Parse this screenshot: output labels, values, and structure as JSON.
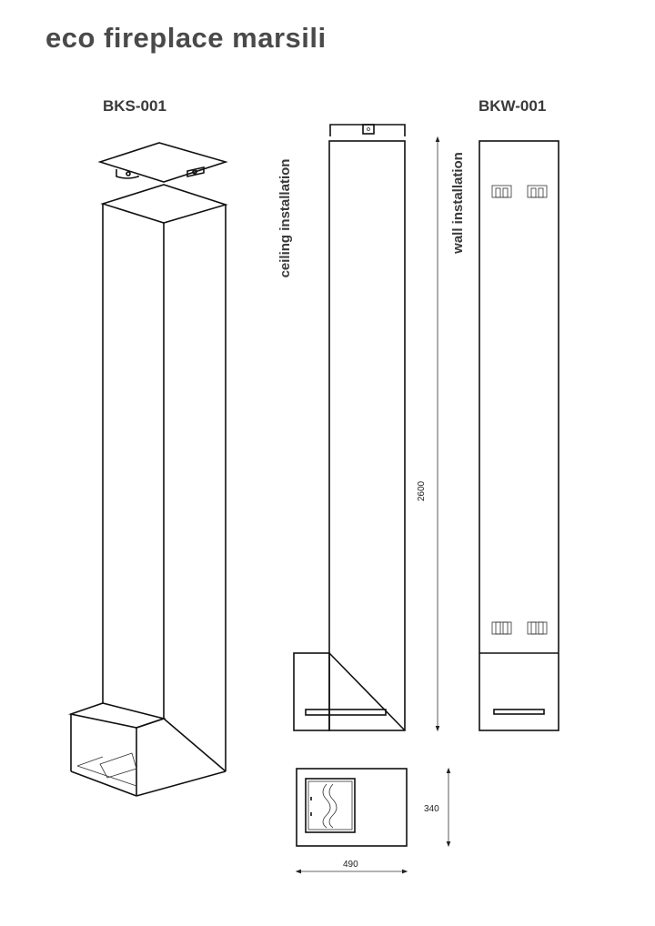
{
  "title": "eco fireplace marsili",
  "models": {
    "left": "BKS-001",
    "right": "BKW-001"
  },
  "labels": {
    "ceiling": "ceiling installation",
    "wall": "wall installation"
  },
  "dimensions": {
    "height": "2600",
    "depth": "340",
    "width": "490"
  }
}
